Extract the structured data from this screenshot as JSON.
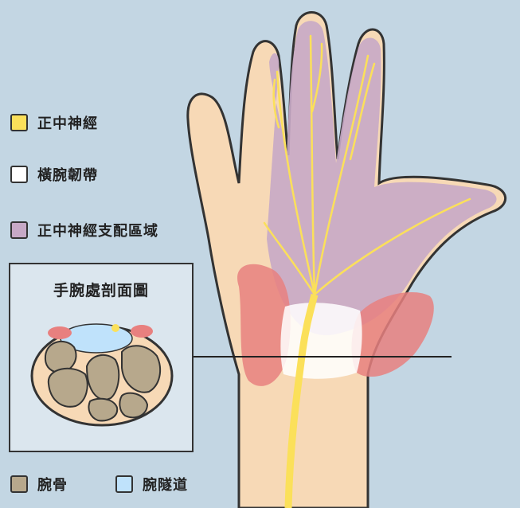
{
  "legend": {
    "median_nerve": {
      "label": "正中神經",
      "color": "#fbe05a"
    },
    "transverse_carpal_ligament": {
      "label": "橫腕韌帶",
      "color": "#ffffff"
    },
    "median_nerve_region": {
      "label": "正中神經支配區域",
      "color": "#c7a9c6"
    },
    "carpal_bones": {
      "label": "腕骨",
      "color": "#b7a88c"
    },
    "carpal_tunnel": {
      "label": "腕隧道",
      "color": "#bfe2fb"
    }
  },
  "inset": {
    "title": "手腕處剖面圖"
  },
  "colors": {
    "background": "#c3d6e3",
    "skin": "#f7d9b6",
    "outline": "#333333",
    "nerve_region": "#c7a9c6",
    "nerve": "#fbe05a",
    "muscle": "#e8807f",
    "ligament": "#ffffff"
  }
}
